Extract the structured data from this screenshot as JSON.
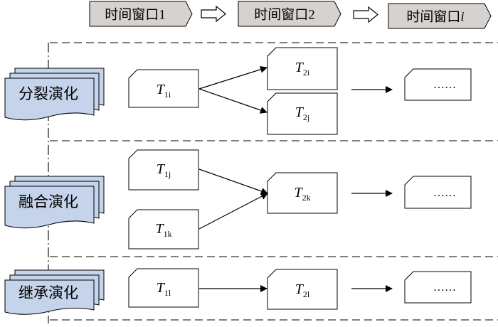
{
  "time_windows": [
    {
      "label": "时间窗口1"
    },
    {
      "label": "时间窗口2"
    },
    {
      "label": "时间窗口",
      "suffix": "i"
    }
  ],
  "rows": [
    {
      "label": "分裂演化",
      "col1": [
        {
          "base": "T",
          "sub": "1i"
        }
      ],
      "col2": [
        {
          "base": "T",
          "sub": "2i"
        },
        {
          "base": "T",
          "sub": "2j"
        }
      ],
      "col3": "……"
    },
    {
      "label": "融合演化",
      "col1": [
        {
          "base": "T",
          "sub": "1j"
        },
        {
          "base": "T",
          "sub": "1k"
        }
      ],
      "col2": [
        {
          "base": "T",
          "sub": "2k"
        }
      ],
      "col3": "……"
    },
    {
      "label": "继承演化",
      "col1": [
        {
          "base": "T",
          "sub": "1l"
        }
      ],
      "col2": [
        {
          "base": "T",
          "sub": "2l"
        }
      ],
      "col3": "……"
    }
  ],
  "colors": {
    "window_fill": "#d6d2cf",
    "label_fill": "#c5d4ea",
    "line": "#000000"
  }
}
